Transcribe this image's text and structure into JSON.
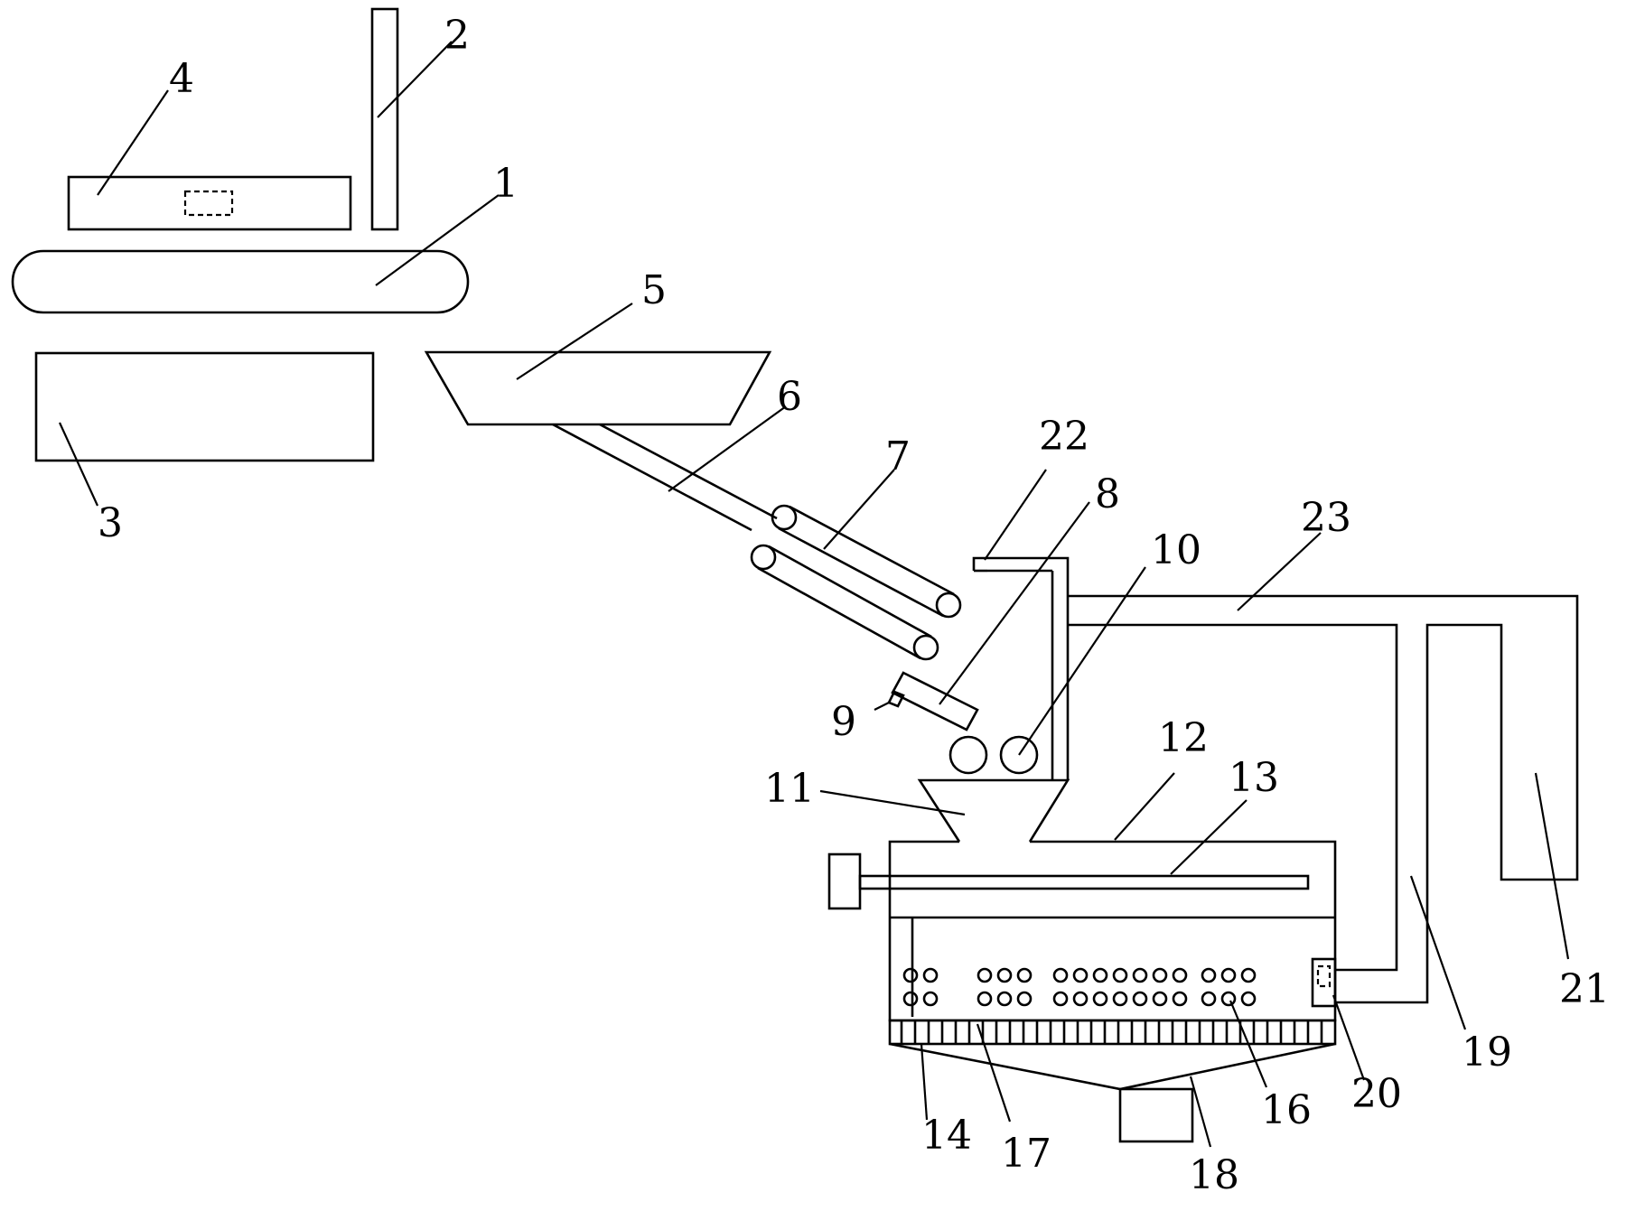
{
  "labels": {
    "l1": "1",
    "l2": "2",
    "l3": "3",
    "l4": "4",
    "l5": "5",
    "l6": "6",
    "l7": "7",
    "l8": "8",
    "l9": "9",
    "l10": "10",
    "l11": "11",
    "l12": "12",
    "l13": "13",
    "l14": "14",
    "l16": "16",
    "l17": "17",
    "l18": "18",
    "l19": "19",
    "l20": "20",
    "l21": "21",
    "l22": "22",
    "l23": "23"
  },
  "colors": {
    "line": "#000000",
    "background": "#ffffff"
  }
}
